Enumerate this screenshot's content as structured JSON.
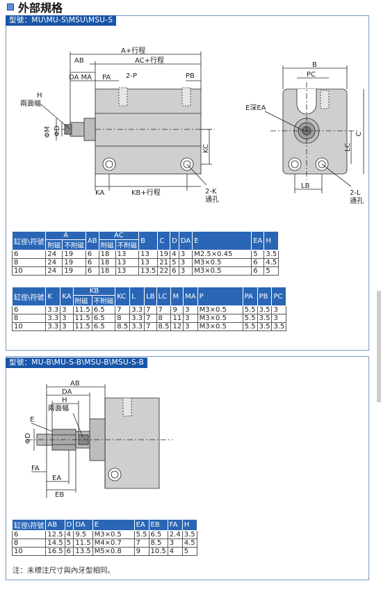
{
  "page_title": "外部規格",
  "section1": {
    "model_label": "型號：MU\\MU-S\\MSU\\MSU-S",
    "diagram_labels": {
      "a_stroke": "A+行程",
      "ab": "AB",
      "ac_stroke": "AC+行程",
      "da_ma": "DA MA",
      "pa": "PA",
      "two_p": "2-P",
      "pb": "PB",
      "h": "H",
      "two_flat": "兩面幅",
      "phi_m": "ΦM",
      "phi_d": "ΦD",
      "kc": "KC",
      "ka": "KA",
      "kb_stroke": "KB+行程",
      "two_k": "2-K",
      "through_hole": "通孔",
      "b": "B",
      "pc": "PC",
      "e_depth_ea": "E深EA",
      "c": "C",
      "lc": "LC",
      "lb": "LB",
      "two_l": "2-L",
      "through_hole2": "通孔"
    },
    "table1": {
      "headers": [
        "缸徑\\符號",
        "A",
        "AB",
        "AC",
        "B",
        "C",
        "D",
        "DA",
        "E",
        "EA",
        "H"
      ],
      "sub_headers": [
        "附磁",
        "不附磁"
      ],
      "rows": [
        [
          "6",
          "24",
          "19",
          "6",
          "18",
          "13",
          "13",
          "19",
          "4",
          "3",
          "M2.5×0.45",
          "5",
          "3.5"
        ],
        [
          "8",
          "24",
          "19",
          "6",
          "18",
          "13",
          "13",
          "21",
          "5",
          "3",
          "M3×0.5",
          "6",
          "4.5"
        ],
        [
          "10",
          "24",
          "19",
          "6",
          "18",
          "13",
          "13.5",
          "22",
          "6",
          "3",
          "M3×0.5",
          "6",
          "5"
        ]
      ]
    },
    "table2": {
      "headers": [
        "缸徑\\符號",
        "K",
        "KA",
        "KB",
        "KC",
        "L",
        "LB",
        "LC",
        "M",
        "MA",
        "P",
        "PA",
        "PB",
        "PC"
      ],
      "sub_headers": [
        "附磁",
        "不附磁"
      ],
      "rows": [
        [
          "6",
          "3.3",
          "3",
          "11.5",
          "6.5",
          "7",
          "3.3",
          "7",
          "7",
          "9",
          "3",
          "M3×0.5",
          "5.5",
          "3.5",
          "3"
        ],
        [
          "8",
          "3.3",
          "3",
          "11.5",
          "6.5",
          "8",
          "3.3",
          "7",
          "8",
          "11",
          "3",
          "M3×0.5",
          "5.5",
          "3.5",
          "3"
        ],
        [
          "10",
          "3.3",
          "3",
          "11.5",
          "6.5",
          "8.5",
          "3.3",
          "7",
          "8.5",
          "12",
          "3",
          "M3×0.5",
          "5.5",
          "3.5",
          "3.5"
        ]
      ]
    }
  },
  "section2": {
    "model_label": "型號：MU-B\\MU-S-B\\MSU-B\\MSU-S-B",
    "diagram_labels": {
      "ab": "AB",
      "da": "DA",
      "h": "H",
      "two_flat": "兩面幅",
      "e": "E",
      "phi_d": "ΦD",
      "fa": "FA",
      "ea": "EA",
      "eb": "EB"
    },
    "table3": {
      "headers": [
        "缸徑\\符號",
        "AB",
        "D",
        "DA",
        "E",
        "EA",
        "EB",
        "FA",
        "H"
      ],
      "rows": [
        [
          "6",
          "12.5",
          "4",
          "9.5",
          "M3×0.5",
          "5.5",
          "6.5",
          "2.4",
          "3.5"
        ],
        [
          "8",
          "14.5",
          "5",
          "11.5",
          "M4×0.7",
          "7",
          "8.5",
          "3",
          "4.5"
        ],
        [
          "10",
          "16.5",
          "6",
          "13.5",
          "M5×0.8",
          "9",
          "10.5",
          "4",
          "5"
        ]
      ]
    }
  },
  "note": "注：未標注尺寸與內牙型相同。"
}
